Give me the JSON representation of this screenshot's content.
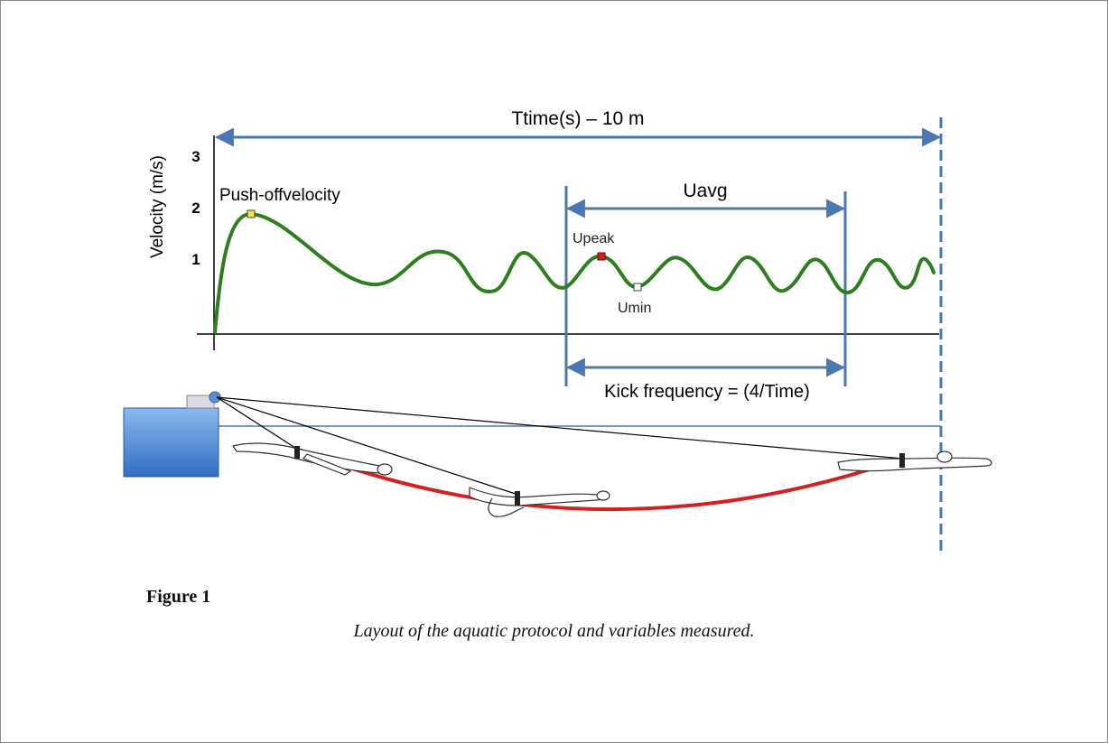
{
  "diagram": {
    "y_axis_label": "Velocity (m/s)",
    "y_ticks": [
      "1",
      "2",
      "3"
    ],
    "total_span_label": "Ttime(s) – 10 m",
    "avg_span_label": "Uavg",
    "push_off_label": "Push-offvelocity",
    "peak_label": "Upeak",
    "min_label": "Umin",
    "kick_frequency_label": "Kick frequency = (4/Time)",
    "colors": {
      "velocity_curve": "#2e7d1f",
      "arrows": "#4a77b0",
      "tether": "#d42020",
      "block": "#4a86d4",
      "push_off_marker": "#f2e640",
      "peak_marker": "#d42020",
      "min_marker": "#ffffff"
    }
  },
  "caption": {
    "label": "Figure 1",
    "text": "Layout of the aquatic protocol and variables measured."
  }
}
